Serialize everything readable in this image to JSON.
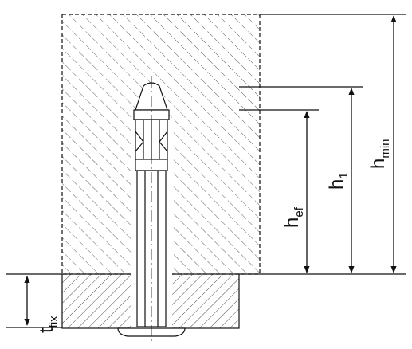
{
  "labels": {
    "h_ef": "h",
    "h_ef_sub": "ef",
    "h_1": "h",
    "h_1_sub": "1",
    "h_min": "h",
    "h_min_sub": "min",
    "t_fix": "t",
    "t_fix_sub": "fix"
  },
  "colors": {
    "line": "#111111",
    "hatch": "#333333",
    "background": "#ffffff"
  }
}
